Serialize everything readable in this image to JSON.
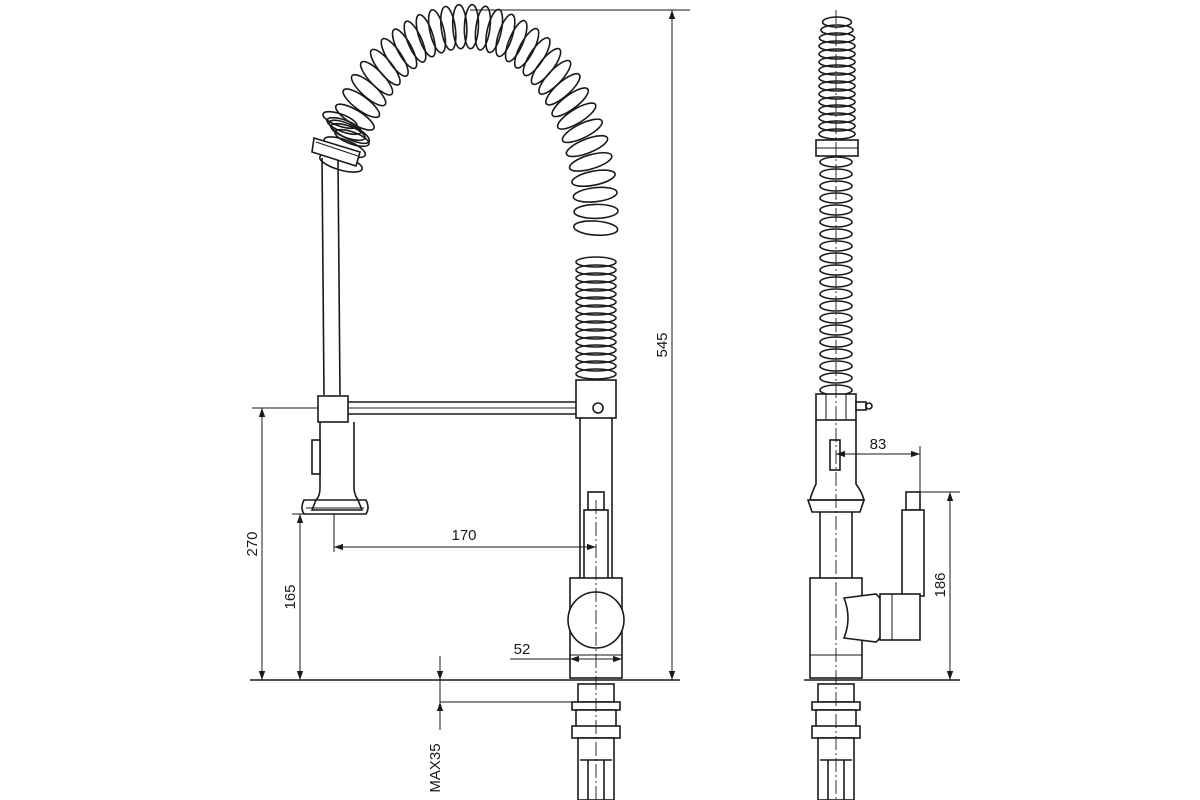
{
  "dimensions": {
    "total_height": "545",
    "handle_height": "270",
    "reach": "170",
    "spray_clearance": "165",
    "body_width": "52",
    "deck_max": "MAX35",
    "side_depth": "83",
    "lever_height": "186"
  },
  "colors": {
    "line": "#1a1a1a",
    "background": "#ffffff"
  }
}
